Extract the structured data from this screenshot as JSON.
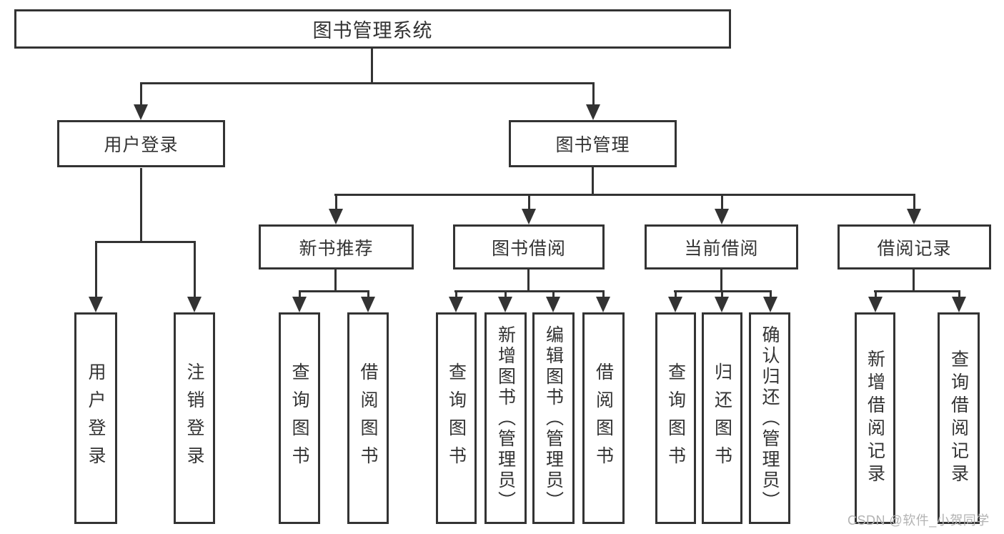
{
  "title": "图书管理系统",
  "level2": [
    {
      "label": "用户登录"
    },
    {
      "label": "图书管理"
    }
  ],
  "level3": [
    {
      "label": "新书推荐"
    },
    {
      "label": "图书借阅"
    },
    {
      "label": "当前借阅"
    },
    {
      "label": "借阅记录"
    }
  ],
  "level4": [
    {
      "label": "用户登录"
    },
    {
      "label": "注销登录"
    },
    {
      "label": "查询图书"
    },
    {
      "label": "借阅图书"
    },
    {
      "label": "查询图书"
    },
    {
      "label": "新增图书（管理员）"
    },
    {
      "label": "编辑图书（管理员）"
    },
    {
      "label": "借阅图书"
    },
    {
      "label": "查询图书"
    },
    {
      "label": "归还图书"
    },
    {
      "label": "确认归还（管理员）"
    },
    {
      "label": "新增借阅记录"
    },
    {
      "label": "查询借阅记录"
    }
  ],
  "watermark": "CSDN @软件_小贺同学",
  "colors": {
    "line": "#333333",
    "text": "#333333",
    "watermark": "#b3b3b3",
    "background": "#ffffff"
  }
}
